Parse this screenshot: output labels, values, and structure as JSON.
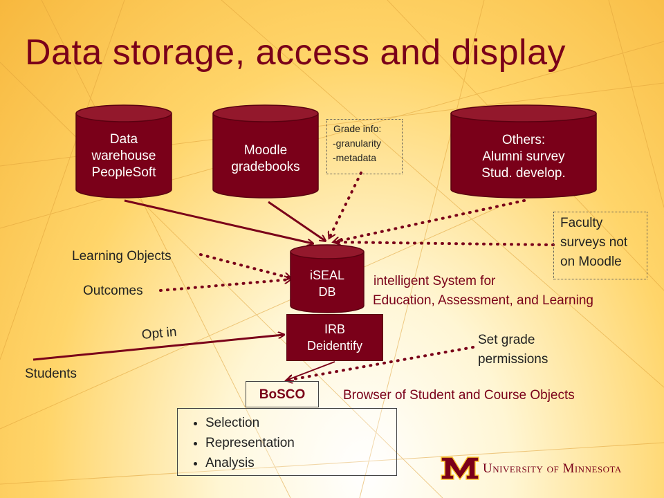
{
  "title": "Data storage, access and display",
  "sources": {
    "data_warehouse": [
      "Data",
      "warehouse",
      "PeopleSoft"
    ],
    "moodle": [
      "Moodle",
      "gradebooks"
    ],
    "grade_info": [
      "Grade info:",
      "-granularity",
      "-metadata"
    ],
    "others": [
      "Others:",
      "Alumni survey",
      "Stud. develop."
    ],
    "faculty_surveys": [
      "Faculty",
      "surveys not",
      "on Moodle"
    ]
  },
  "iseal": {
    "label": [
      "iSEAL",
      "DB"
    ],
    "description": [
      "intelligent System for",
      "Education, Assessment, and Learning"
    ]
  },
  "inputs": {
    "learning_objects": "Learning Objects",
    "outcomes": "Outcomes"
  },
  "irb": [
    "IRB",
    "Deidentify"
  ],
  "students": {
    "label": "Students",
    "opt_in": "Opt in"
  },
  "grade_permissions": [
    "Set grade",
    "permissions"
  ],
  "bosco": {
    "label": "BoSCO",
    "description": "Browser of Student and Course Objects",
    "items": [
      "Selection",
      "Representation",
      "Analysis"
    ]
  },
  "logo": {
    "text_university": "University",
    "text_of": "of",
    "text_minnesota": "Minnesota"
  },
  "colors": {
    "maroon": "#7a0019",
    "gold_bg": "#ffd56a"
  }
}
